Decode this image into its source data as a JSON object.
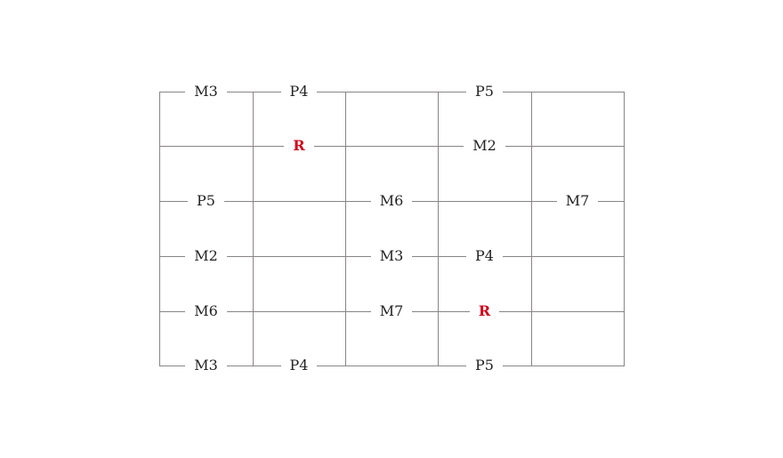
{
  "diagram": {
    "colors": {
      "root": "#d0021b",
      "interval": "#222222",
      "line": "#8a8585"
    },
    "strings": 6,
    "frets": 5,
    "notes": [
      {
        "string": 1,
        "fret": 1,
        "label": "M3"
      },
      {
        "string": 1,
        "fret": 2,
        "label": "P4"
      },
      {
        "string": 1,
        "fret": 4,
        "label": "P5"
      },
      {
        "string": 2,
        "fret": 2,
        "label": "R",
        "root": true
      },
      {
        "string": 2,
        "fret": 4,
        "label": "M2"
      },
      {
        "string": 3,
        "fret": 1,
        "label": "P5"
      },
      {
        "string": 3,
        "fret": 3,
        "label": "M6"
      },
      {
        "string": 3,
        "fret": 5,
        "label": "M7"
      },
      {
        "string": 4,
        "fret": 1,
        "label": "M2"
      },
      {
        "string": 4,
        "fret": 3,
        "label": "M3"
      },
      {
        "string": 4,
        "fret": 4,
        "label": "P4"
      },
      {
        "string": 5,
        "fret": 1,
        "label": "M6"
      },
      {
        "string": 5,
        "fret": 3,
        "label": "M7"
      },
      {
        "string": 5,
        "fret": 4,
        "label": "R",
        "root": true
      },
      {
        "string": 6,
        "fret": 1,
        "label": "M3"
      },
      {
        "string": 6,
        "fret": 2,
        "label": "P4"
      },
      {
        "string": 6,
        "fret": 4,
        "label": "P5"
      }
    ]
  }
}
